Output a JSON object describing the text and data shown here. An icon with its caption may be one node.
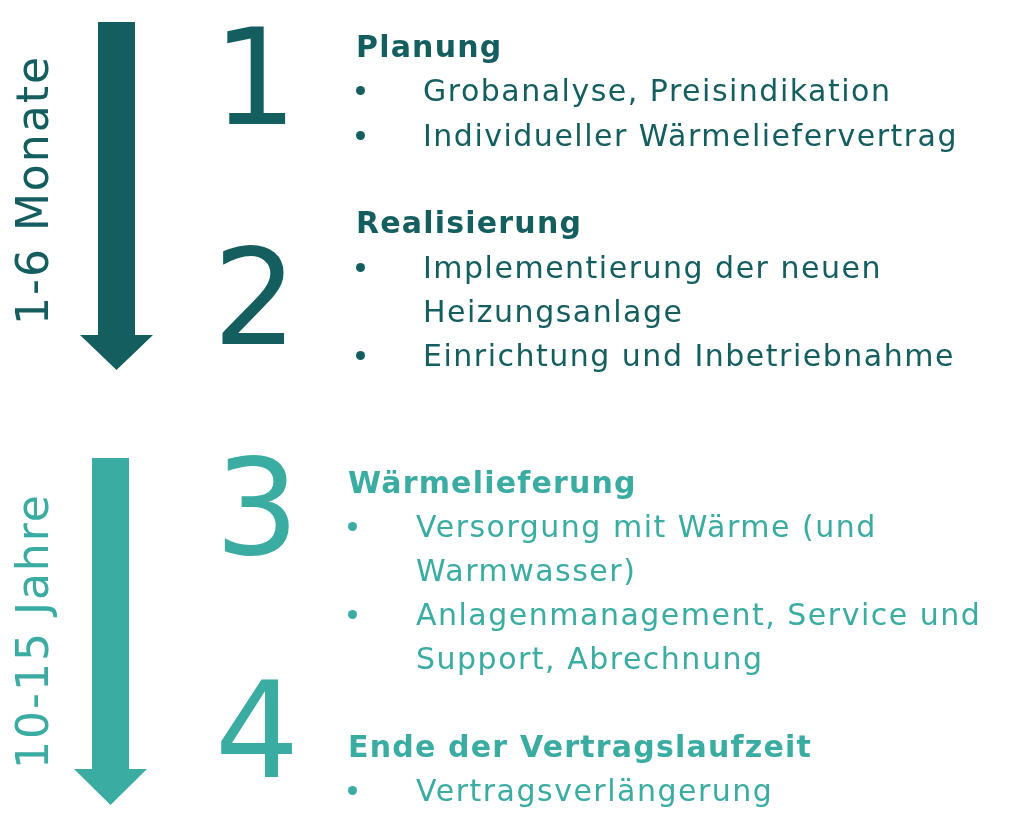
{
  "diagram": {
    "labels": [
      "1-6 Monate",
      "1",
      "Planung",
      "Grobanalyse, Preisindikation",
      "Individueller Wärmeliefervertrag",
      "2",
      "Realisierung",
      "Implementierung der neuen Heizungsanlage",
      "Einrichtung und Inbetriebnahme",
      "10-15 Jahre",
      "3",
      "Wärmelieferung",
      "Versorgung mit Wärme (und Warmwasser)",
      "Anlagenmanagement, Service und Support, Abrechnung",
      "4",
      "Ende der Vertragslaufzeit",
      "Vertragsverlängerung"
    ]
  }
}
